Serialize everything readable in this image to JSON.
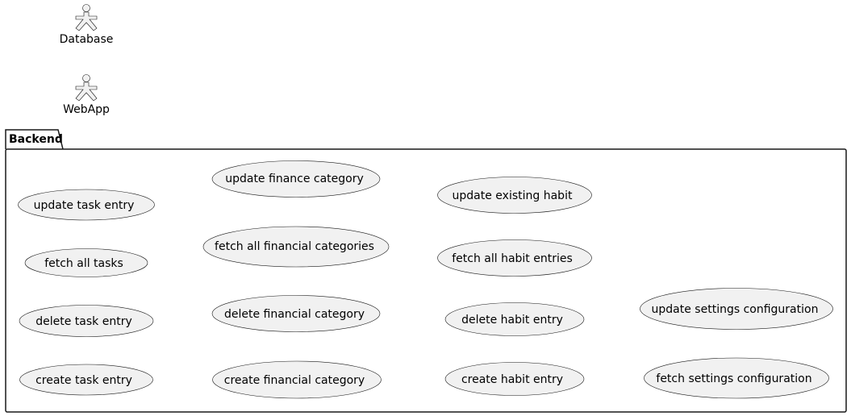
{
  "actors": [
    {
      "name": "Database"
    },
    {
      "name": "WebApp"
    }
  ],
  "package": {
    "title": "Backend"
  },
  "use_cases": [
    {
      "label": "update task entry"
    },
    {
      "label": "fetch all tasks"
    },
    {
      "label": "delete task entry"
    },
    {
      "label": "create task entry"
    },
    {
      "label": "update finance category"
    },
    {
      "label": "fetch all financial categories"
    },
    {
      "label": "delete financial category"
    },
    {
      "label": "create financial category"
    },
    {
      "label": "update existing habit"
    },
    {
      "label": "fetch all habit entries"
    },
    {
      "label": "delete habit entry"
    },
    {
      "label": "create habit entry"
    },
    {
      "label": "update settings configuration"
    },
    {
      "label": "fetch settings configuration"
    }
  ],
  "colors": {
    "shape_fill": "#f1f1f1",
    "stroke": "#181818",
    "text": "#000000"
  }
}
